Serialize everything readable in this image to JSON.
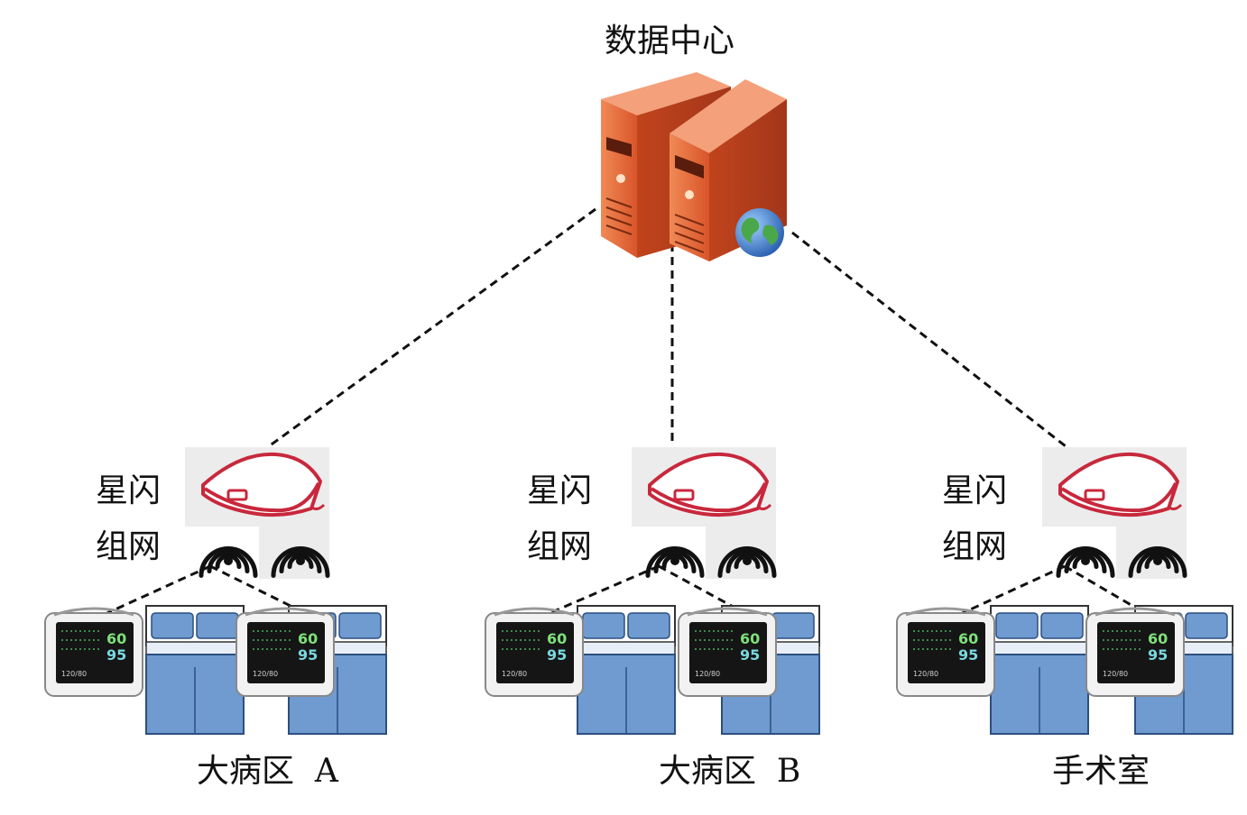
{
  "title": "数据中心",
  "nodes": [
    {
      "mesh_line1": "星闪",
      "mesh_line2": "组网",
      "area": "大病区  A",
      "monitors": [
        {
          "v1": "60",
          "v2": "95",
          "bp": "120/80"
        },
        {
          "v1": "60",
          "v2": "95",
          "bp": "120/80"
        }
      ]
    },
    {
      "mesh_line1": "星闪",
      "mesh_line2": "组网",
      "area": "大病区  B",
      "monitors": [
        {
          "v1": "60",
          "v2": "95",
          "bp": "120/80"
        },
        {
          "v1": "60",
          "v2": "95",
          "bp": "120/80"
        }
      ]
    },
    {
      "mesh_line1": "星闪",
      "mesh_line2": "组网",
      "area": "手术室",
      "monitors": [
        {
          "v1": "60",
          "v2": "95",
          "bp": "120/80"
        },
        {
          "v1": "60",
          "v2": "95",
          "bp": "120/80"
        }
      ]
    }
  ],
  "colors": {
    "server": "#e8683a",
    "router": "#c8283c",
    "bed": "#6f9bd0",
    "monitor_digits": "#7ee07a",
    "monitor_digits2": "#7ad8e0",
    "link": "#111111"
  },
  "icons": [
    "server-icon",
    "globe-icon",
    "router-icon",
    "wifi-signal-icon",
    "patient-monitor-icon",
    "hospital-bed-icon"
  ]
}
